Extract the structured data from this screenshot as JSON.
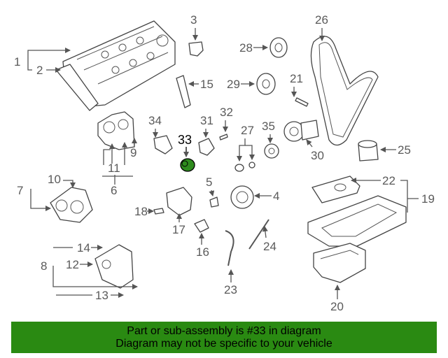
{
  "diagram": {
    "highlighted_part": "33",
    "highlight_color": "#2e8b1e",
    "part_numbers": [
      "1",
      "2",
      "3",
      "4",
      "5",
      "6",
      "7",
      "8",
      "9",
      "10",
      "11",
      "12",
      "13",
      "14",
      "15",
      "16",
      "17",
      "18",
      "19",
      "20",
      "21",
      "22",
      "23",
      "24",
      "25",
      "26",
      "27",
      "28",
      "29",
      "30",
      "31",
      "32",
      "33",
      "34",
      "35"
    ]
  },
  "banner": {
    "background_color": "#2a8a12",
    "line1": "Part or sub-assembly is #33 in diagram",
    "line2": "Diagram may not be specific to your vehicle"
  }
}
